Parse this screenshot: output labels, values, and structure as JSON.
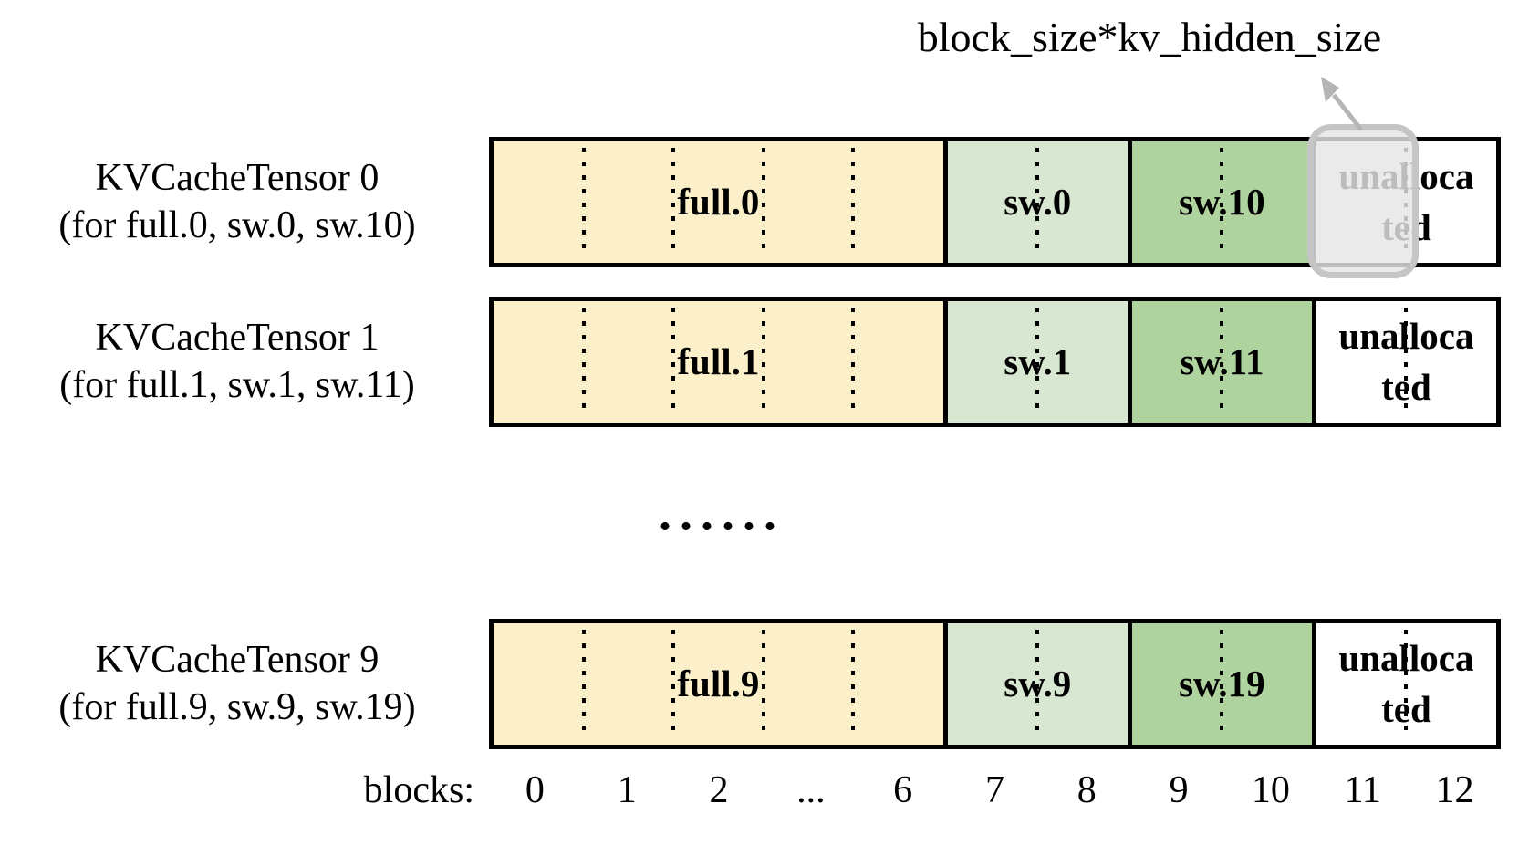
{
  "annotation": {
    "label": "block_size*kv_hidden_size"
  },
  "gap_dots": "......",
  "axis": {
    "label": "blocks:",
    "ticks": [
      "0",
      "1",
      "2",
      "...",
      "6",
      "7",
      "8",
      "9",
      "10",
      "11",
      "12"
    ]
  },
  "colors": {
    "full": "#FCF0CA",
    "sw_light": "#D8E7D1",
    "sw_dark": "#AFD39E",
    "unallocated": "#FFFFFF",
    "bar_border": "#000000",
    "highlight_border": "#C5C5C5",
    "highlight_fill": "rgba(229,229,229,0.82)",
    "arrow": "#B5B5B5"
  },
  "tensors": [
    {
      "title": "KVCacheTensor 0",
      "subtitle": "(for full.0, sw.0, sw.10)",
      "highlighted": true,
      "segments": [
        {
          "label": "full.0",
          "color": "full",
          "cells": 5
        },
        {
          "label": "sw.0",
          "color": "sw_light",
          "cells": 2
        },
        {
          "label": "sw.10",
          "color": "sw_dark",
          "cells": 2
        },
        {
          "label": "unalloca\nted",
          "color": "unallocated",
          "cells": 2
        }
      ]
    },
    {
      "title": "KVCacheTensor 1",
      "subtitle": "(for full.1, sw.1, sw.11)",
      "highlighted": false,
      "segments": [
        {
          "label": "full.1",
          "color": "full",
          "cells": 5
        },
        {
          "label": "sw.1",
          "color": "sw_light",
          "cells": 2
        },
        {
          "label": "sw.11",
          "color": "sw_dark",
          "cells": 2
        },
        {
          "label": "unalloca\nted",
          "color": "unallocated",
          "cells": 2
        }
      ]
    },
    {
      "title": "KVCacheTensor 9",
      "subtitle": "(for full.9, sw.9, sw.19)",
      "highlighted": false,
      "segments": [
        {
          "label": "full.9",
          "color": "full",
          "cells": 5
        },
        {
          "label": "sw.9",
          "color": "sw_light",
          "cells": 2
        },
        {
          "label": "sw.19",
          "color": "sw_dark",
          "cells": 2
        },
        {
          "label": "unalloca\nted",
          "color": "unallocated",
          "cells": 2
        }
      ]
    }
  ]
}
